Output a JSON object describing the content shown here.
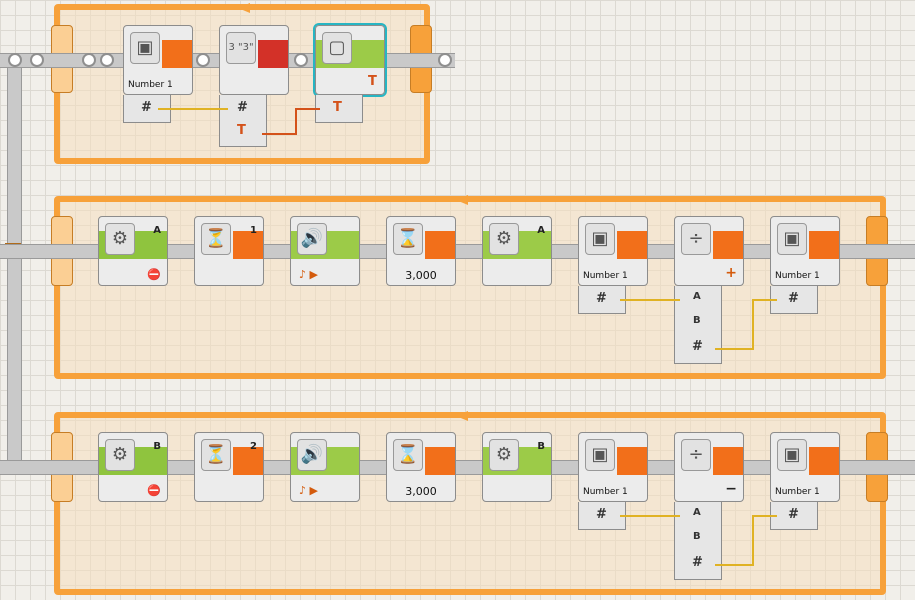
{
  "top_sequence": {
    "blocks": [
      {
        "kind": "variable",
        "label": "Number 1",
        "icon": "briefcase-icon"
      },
      {
        "kind": "number-to-text",
        "icon": "number-to-text-icon",
        "glyph": "3 \"3\""
      },
      {
        "kind": "display",
        "icon": "display-icon"
      }
    ],
    "hub_labels": {
      "hash": "#",
      "text": "T"
    }
  },
  "rows": [
    {
      "motor_port": "A",
      "timer_port": "1",
      "wait_value": "3,000",
      "motor2_port": "A",
      "var1_label": "Number 1",
      "math_op": "+",
      "var2_label": "Number 1",
      "hub": {
        "hash": "#",
        "a": "A",
        "b": "B"
      }
    },
    {
      "motor_port": "B",
      "timer_port": "2",
      "wait_value": "3,000",
      "motor2_port": "B",
      "var1_label": "Number 1",
      "math_op": "−",
      "var2_label": "Number 1",
      "hub": {
        "hash": "#",
        "a": "A",
        "b": "B"
      }
    }
  ],
  "colors": {
    "loop": "#f7a13a",
    "action": "#8fc43e",
    "data": "#f26f1a",
    "text": "#d33128",
    "wire": "#e0b224"
  },
  "icons": {
    "loop_end": "loop-infinity-icon",
    "start": "start-point-icon"
  }
}
